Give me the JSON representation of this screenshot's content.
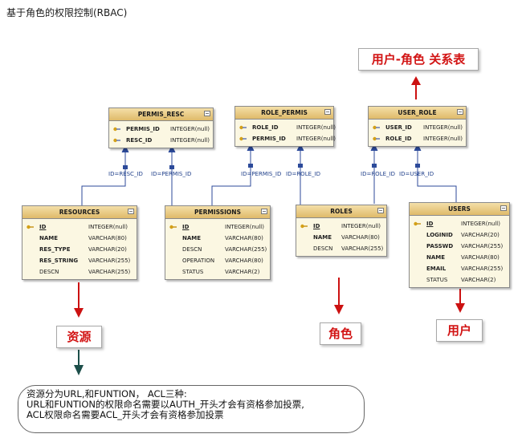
{
  "title": "基于角色的权限控制(RBAC)",
  "tables": {
    "permis_resc": {
      "name": "PERMIS_RESC",
      "columns": [
        {
          "name": "PERMIS_ID",
          "type": "INTEGER(null)"
        },
        {
          "name": "RESC_ID",
          "type": "INTEGER(null)"
        }
      ]
    },
    "role_permis": {
      "name": "ROLE_PERMIS",
      "columns": [
        {
          "name": "ROLE_ID",
          "type": "INTEGER(null)"
        },
        {
          "name": "PERMIS_ID",
          "type": "INTEGER(null)"
        }
      ]
    },
    "user_role": {
      "name": "USER_ROLE",
      "columns": [
        {
          "name": "USER_ID",
          "type": "INTEGER(null)"
        },
        {
          "name": "ROLE_ID",
          "type": "INTEGER(null)"
        }
      ]
    },
    "resources": {
      "name": "RESOURCES",
      "columns": [
        {
          "name": "ID",
          "type": "INTEGER(null)"
        },
        {
          "name": "NAME",
          "type": "VARCHAR(80)"
        },
        {
          "name": "RES_TYPE",
          "type": "VARCHAR(20)"
        },
        {
          "name": "RES_STRING",
          "type": "VARCHAR(255)"
        },
        {
          "name": "DESCN",
          "type": "VARCHAR(255)"
        }
      ]
    },
    "permissions": {
      "name": "PERMISSIONS",
      "columns": [
        {
          "name": "ID",
          "type": "INTEGER(null)"
        },
        {
          "name": "NAME",
          "type": "VARCHAR(80)"
        },
        {
          "name": "DESCN",
          "type": "VARCHAR(255)"
        },
        {
          "name": "OPERATION",
          "type": "VARCHAR(80)"
        },
        {
          "name": "STATUS",
          "type": "VARCHAR(2)"
        }
      ]
    },
    "roles": {
      "name": "ROLES",
      "columns": [
        {
          "name": "ID",
          "type": "INTEGER(null)"
        },
        {
          "name": "NAME",
          "type": "VARCHAR(80)"
        },
        {
          "name": "DESCN",
          "type": "VARCHAR(255)"
        }
      ]
    },
    "users": {
      "name": "USERS",
      "columns": [
        {
          "name": "ID",
          "type": "INTEGER(null)"
        },
        {
          "name": "LOGINID",
          "type": "VARCHAR(20)"
        },
        {
          "name": "PASSWD",
          "type": "VARCHAR(255)"
        },
        {
          "name": "NAME",
          "type": "VARCHAR(80)"
        },
        {
          "name": "EMAIL",
          "type": "VARCHAR(255)"
        },
        {
          "name": "STATUS",
          "type": "VARCHAR(2)"
        }
      ]
    }
  },
  "relations": {
    "resc": "ID=RESC_ID",
    "permis1": "ID=PERMIS_ID",
    "permis2": "ID=PERMIS_ID",
    "role1": "ID=ROLE_ID",
    "role2": "ID=ROLE_ID",
    "user": "ID=USER_ID"
  },
  "captions": {
    "user_role": "用户-角色 关系表",
    "resources": "资源",
    "roles": "角色",
    "users": "用户"
  },
  "note": {
    "line1": "资源分为URL,和FUNTION， ACL三种:",
    "line2": "URL和FUNTION的权限命名需要以AUTH_开头才会有资格参加投票,",
    "line3": "ACL权限命名需要ACL_开头才会有资格参加投票"
  },
  "colors": {
    "caption_red": "#d21414",
    "arrow_red": "#cc1111",
    "arrow_teal": "#1d4f4a",
    "connector_blue": "#2c4a9a"
  }
}
